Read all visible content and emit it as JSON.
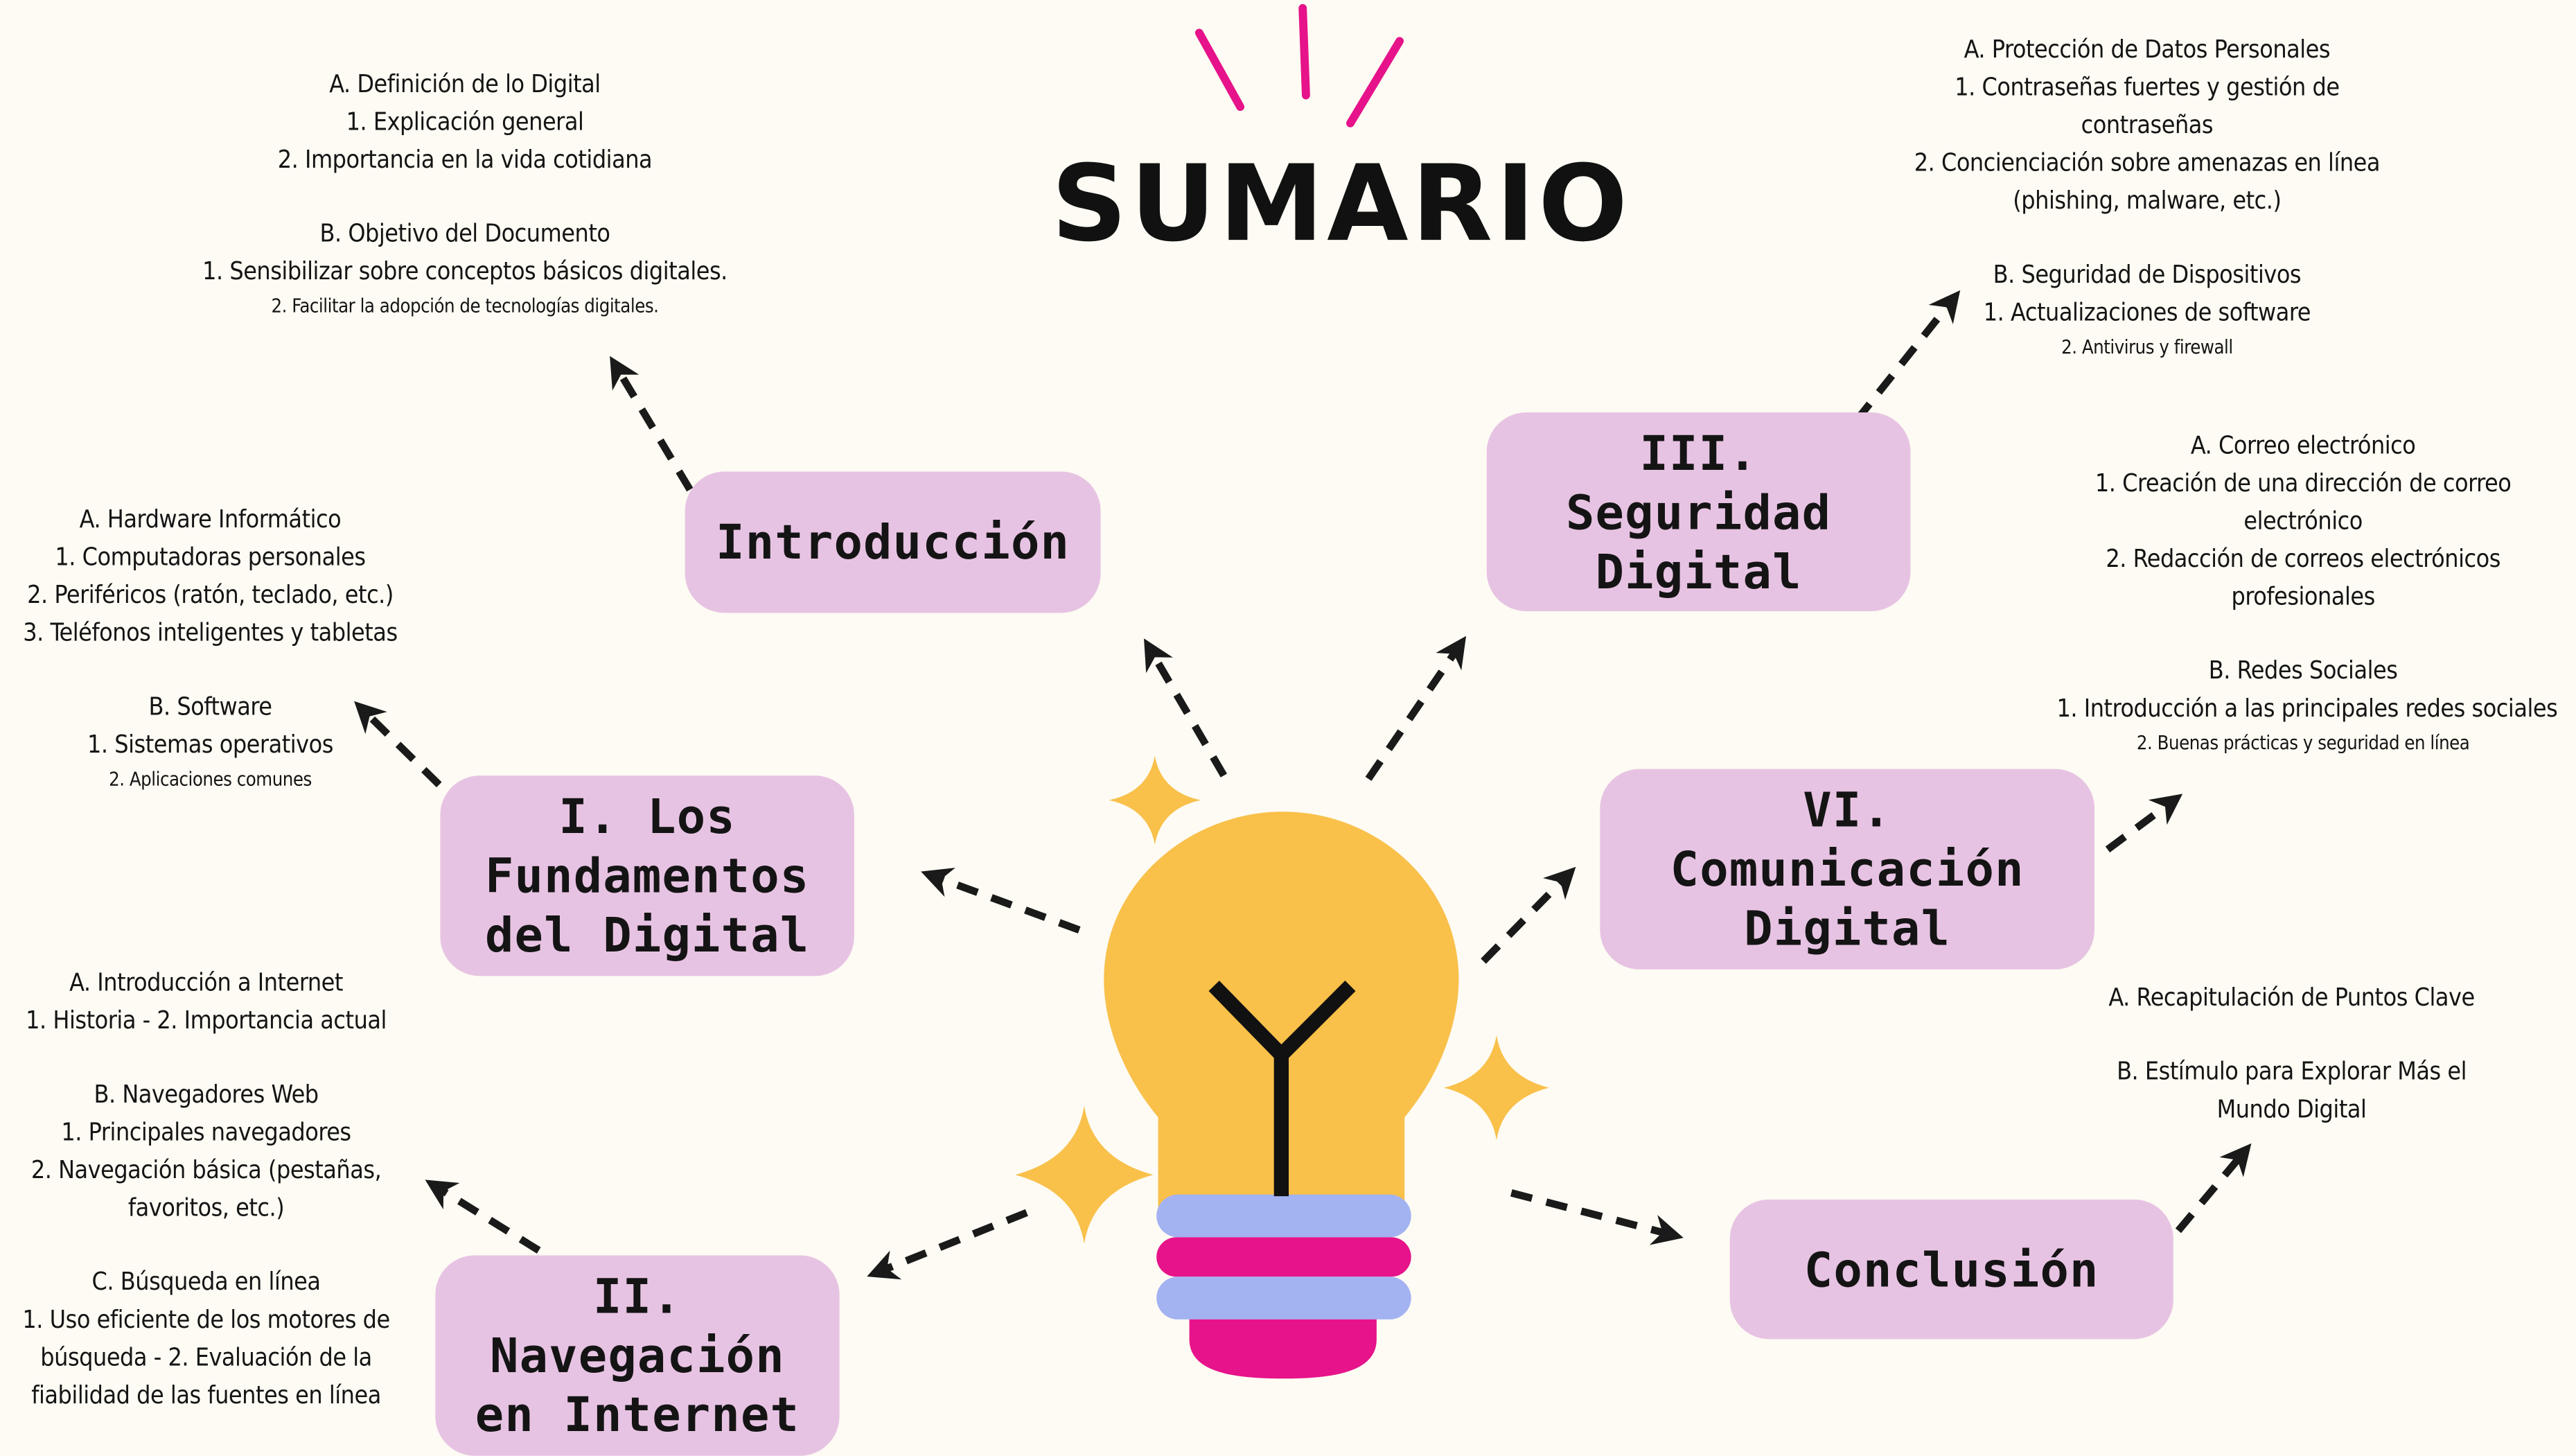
{
  "title": "SUMARIO",
  "colors": {
    "background": "#fdfbf3",
    "box": "#e7c3e3",
    "accent_pink": "#e6138a",
    "bulb_yellow": "#f9c04a",
    "bulb_stripe_blue": "#a3b2f1"
  },
  "boxes": {
    "introduccion": "Introducción",
    "seguridad": "III. Seguridad Digital",
    "fundamentos": "I. Los Fundamentos del Digital",
    "comunicacion": "VI. Comunicación Digital",
    "navegacion": "II. Navegación en Internet",
    "conclusion": "Conclusión"
  },
  "notes": {
    "introduccion": {
      "a": "A. Definición de lo Digital",
      "a1": "1. Explicación general",
      "a2": "2. Importancia en la vida cotidiana",
      "b": "B. Objetivo del Documento",
      "b1": "1. Sensibilizar sobre conceptos básicos digitales.",
      "b2": "2. Facilitar la adopción de tecnologías digitales."
    },
    "seguridad": {
      "a": "A. Protección de Datos Personales",
      "a1": "1. Contraseñas fuertes y gestión de contraseñas",
      "a2": "2. Concienciación sobre amenazas en línea (phishing, malware, etc.)",
      "b": "B. Seguridad de Dispositivos",
      "b1": "1. Actualizaciones de software",
      "b2": "2. Antivirus y firewall"
    },
    "fundamentos": {
      "a": "A. Hardware Informático",
      "a1": "1. Computadoras personales",
      "a2": "2. Periféricos (ratón, teclado, etc.)",
      "a3": "3. Teléfonos inteligentes y tabletas",
      "b": "B. Software",
      "b1": "1. Sistemas operativos",
      "b2": "2. Aplicaciones comunes"
    },
    "comunicacion": {
      "a": "A. Correo electrónico",
      "a1": "1. Creación de una dirección de correo electrónico",
      "a2": "2. Redacción de correos electrónicos profesionales",
      "b": "B. Redes Sociales",
      "b1": "1. Introducción a las principales redes sociales",
      "b2": "2. Buenas prácticas y seguridad en línea"
    },
    "navegacion": {
      "a": "A. Introducción a Internet",
      "a1": "1. Historia - 2. Importancia actual",
      "b": "B. Navegadores Web",
      "b1": "1. Principales navegadores",
      "b2": "2. Navegación básica (pestañas, favoritos, etc.)",
      "c": "C. Búsqueda en línea",
      "c1": "1. Uso eficiente de los motores de búsqueda - 2. Evaluación de la fiabilidad de las fuentes en línea"
    },
    "conclusion": {
      "a": "A. Recapitulación de Puntos Clave",
      "b": "B. Estímulo para Explorar Más el Mundo Digital"
    }
  }
}
